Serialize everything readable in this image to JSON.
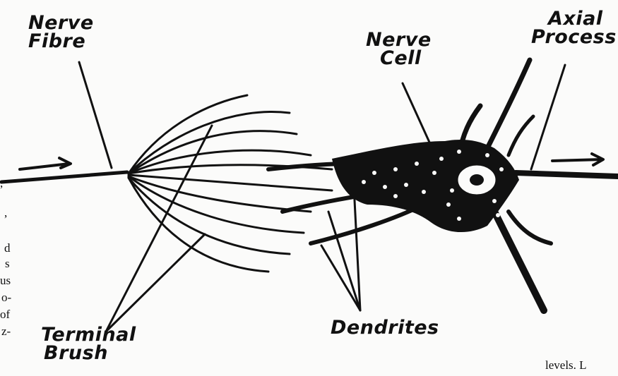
{
  "labels": {
    "nerve_fibre": [
      "Nerve",
      "Fibre"
    ],
    "nerve_cell": [
      "Nerve",
      "Cell"
    ],
    "axial_process": [
      "Axial",
      "Process"
    ],
    "terminal_brush": [
      "Terminal",
      "Brush"
    ],
    "dendrites": "Dendrites"
  },
  "margin_text": {
    "left": [
      ",",
      ",",
      "d",
      "s",
      "us",
      "o-",
      "of",
      "z-"
    ],
    "bottom_right": "levels. L"
  },
  "colors": {
    "ink": "#111111",
    "paper": "#fbfbfa"
  }
}
